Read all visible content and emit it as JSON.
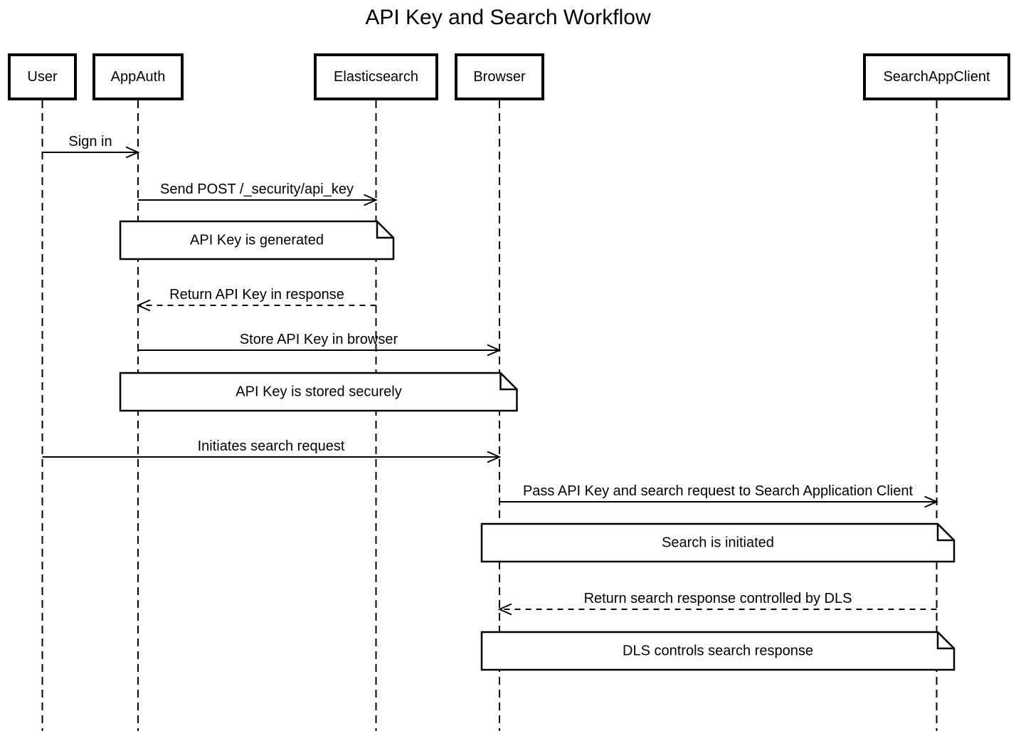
{
  "title": "API Key and Search Workflow",
  "diagram_type": "sequence-diagram",
  "colors": {
    "stroke": "#000000",
    "background": "#ffffff"
  },
  "participants": [
    {
      "label": "User"
    },
    {
      "label": "AppAuth"
    },
    {
      "label": "Elasticsearch"
    },
    {
      "label": "Browser"
    },
    {
      "label": "SearchAppClient"
    }
  ],
  "messages": [
    {
      "from": "User",
      "to": "AppAuth",
      "label": "Sign in",
      "line": "solid"
    },
    {
      "from": "AppAuth",
      "to": "Elasticsearch",
      "label": "Send POST /_security/api_key",
      "line": "solid"
    },
    {
      "from": "Elasticsearch",
      "to": "AppAuth",
      "label": "Return API Key in response",
      "line": "dashed"
    },
    {
      "from": "AppAuth",
      "to": "Browser",
      "label": "Store API Key in browser",
      "line": "solid"
    },
    {
      "from": "User",
      "to": "Browser",
      "label": "Initiates search request",
      "line": "solid"
    },
    {
      "from": "Browser",
      "to": "SearchAppClient",
      "label": "Pass API Key and search request to Search Application Client",
      "line": "solid"
    },
    {
      "from": "SearchAppClient",
      "to": "Browser",
      "label": "Return search response controlled by DLS",
      "line": "dashed"
    }
  ],
  "notes": [
    {
      "over": "AppAuth, Elasticsearch",
      "text": "API Key is generated"
    },
    {
      "over": "AppAuth, Browser",
      "text": "API Key is stored securely"
    },
    {
      "over": "Browser, SearchAppClient",
      "text": "Search is initiated"
    },
    {
      "over": "Browser, SearchAppClient",
      "text": "DLS controls search response"
    }
  ]
}
